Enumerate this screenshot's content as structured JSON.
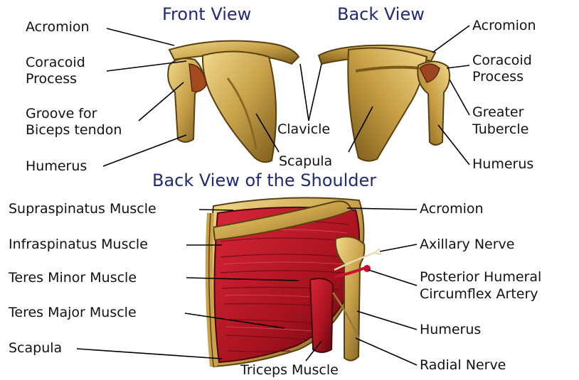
{
  "titles": {
    "front_view": "Front View",
    "back_view": "Back View",
    "shoulder_back_view": "Back View of the Shoulder"
  },
  "top_left_labels": {
    "acromion": "Acromion",
    "coracoid_line1": "Coracoid",
    "coracoid_line2": "Process",
    "groove_line1": "Groove for",
    "groove_line2": "Biceps tendon",
    "humerus": "Humerus"
  },
  "top_center_labels": {
    "clavicle": "Clavicle",
    "scapula": "Scapula"
  },
  "top_right_labels": {
    "acromion": "Acromion",
    "coracoid_line1": "Coracoid",
    "coracoid_line2": "Process",
    "greater_line1": "Greater",
    "greater_line2": "Tubercle",
    "humerus": "Humerus"
  },
  "bottom_left_labels": {
    "supraspinatus": "Supraspinatus Muscle",
    "infraspinatus": "Infraspinatus Muscle",
    "teres_minor": "Teres Minor Muscle",
    "teres_major": "Teres Major Muscle",
    "scapula": "Scapula"
  },
  "bottom_right_labels": {
    "acromion": "Acromion",
    "axillary_nerve": "Axillary Nerve",
    "artery_line1": "Posterior Humeral",
    "artery_line2": "Circumflex Artery",
    "humerus": "Humerus",
    "radial_nerve": "Radial Nerve"
  },
  "bottom_center_labels": {
    "triceps": "Triceps Muscle"
  },
  "colors": {
    "title": "#1f2a78",
    "bone": "#c9a24a",
    "bone_light": "#e6c877",
    "bone_dark": "#8a6a22",
    "muscle": "#b5172a",
    "muscle_dark": "#6b0b15",
    "leader": "#000000"
  }
}
